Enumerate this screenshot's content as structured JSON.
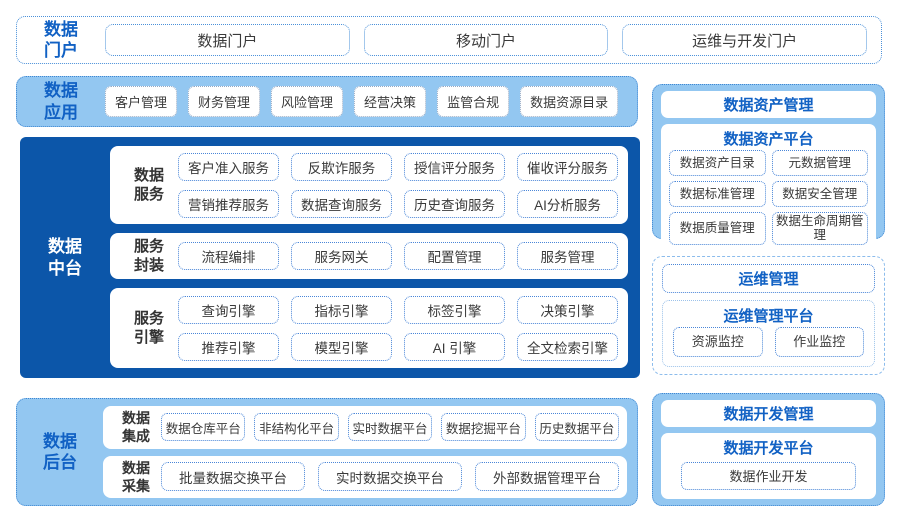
{
  "colors": {
    "dark_blue": "#0c56a9",
    "light_blue": "#93c7f1",
    "accent_blue": "#1161c4"
  },
  "portal": {
    "label": "数据门户",
    "items": [
      "数据门户",
      "移动门户",
      "运维与开发门户"
    ]
  },
  "apps": {
    "label": "数据应用",
    "items": [
      "客户管理",
      "财务管理",
      "风险管理",
      "经营决策",
      "监管合规",
      "数据资源目录"
    ]
  },
  "middle": {
    "label": "数据中台",
    "groups": [
      {
        "label": "数据服务",
        "rows": [
          [
            "客户准入服务",
            "反欺诈服务",
            "授信评分服务",
            "催收评分服务"
          ],
          [
            "营销推荐服务",
            "数据查询服务",
            "历史查询服务",
            "AI分析服务"
          ]
        ]
      },
      {
        "label": "服务封装",
        "rows": [
          [
            "流程编排",
            "服务网关",
            "配置管理",
            "服务管理"
          ]
        ]
      },
      {
        "label": "服务引擎",
        "rows": [
          [
            "查询引擎",
            "指标引擎",
            "标签引擎",
            "决策引擎"
          ],
          [
            "推荐引擎",
            "模型引擎",
            "AI 引擎",
            "全文检索引擎"
          ]
        ]
      }
    ]
  },
  "backend": {
    "label": "数据后台",
    "groups": [
      {
        "label": "数据集成",
        "rows": [
          [
            "数据仓库平台",
            "非结构化平台",
            "实时数据平台",
            "数据挖掘平台",
            "历史数据平台"
          ]
        ]
      },
      {
        "label": "数据采集",
        "rows": [
          [
            "批量数据交换平台",
            "实时数据交换平台",
            "外部数据管理平台"
          ]
        ]
      }
    ]
  },
  "right_sections": [
    {
      "header": "数据资产管理",
      "platform": "数据资产平台",
      "rows": [
        [
          "数据资产目录",
          "元数据管理"
        ],
        [
          "数据标准管理",
          "数据安全管理"
        ],
        [
          "数据质量管理",
          "数据生命周期管理"
        ]
      ]
    },
    {
      "header": "运维管理",
      "platform": "运维管理平台",
      "rows": [
        [
          "资源监控",
          "作业监控"
        ]
      ]
    },
    {
      "header": "数据开发管理",
      "platform": "数据开发平台",
      "rows": [
        [
          "数据作业开发"
        ]
      ]
    }
  ]
}
